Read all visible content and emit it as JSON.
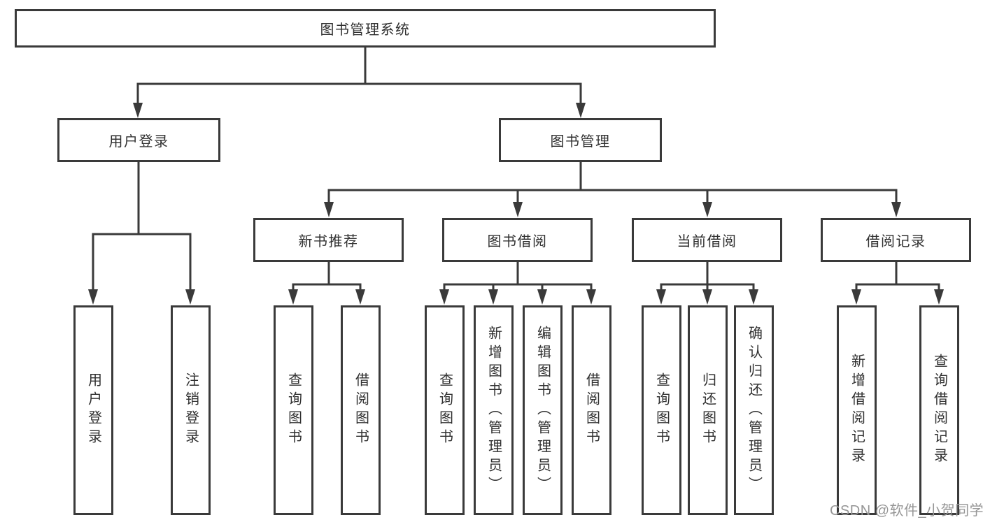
{
  "diagram": {
    "root": {
      "label": "图书管理系统"
    },
    "branches": [
      {
        "label": "用户登录",
        "children": [
          {
            "label": "用户登录"
          },
          {
            "label": "注销登录"
          }
        ]
      },
      {
        "label": "图书管理",
        "children": [
          {
            "label": "新书推荐",
            "children": [
              {
                "label": "查询图书"
              },
              {
                "label": "借阅图书"
              }
            ]
          },
          {
            "label": "图书借阅",
            "children": [
              {
                "label": "查询图书"
              },
              {
                "label": "新增图书（管理员）"
              },
              {
                "label": "编辑图书（管理员）"
              },
              {
                "label": "借阅图书"
              }
            ]
          },
          {
            "label": "当前借阅",
            "children": [
              {
                "label": "查询图书"
              },
              {
                "label": "归还图书"
              },
              {
                "label": "确认归还（管理员）"
              }
            ]
          },
          {
            "label": "借阅记录",
            "children": [
              {
                "label": "新增借阅记录"
              },
              {
                "label": "查询借阅记录"
              }
            ]
          }
        ]
      }
    ]
  },
  "watermark": {
    "text": "CSDN @软件_小贺同学"
  },
  "colors": {
    "line": "#3a3a3a",
    "text": "#303030",
    "watermark": "#969696",
    "background": "#ffffff"
  }
}
